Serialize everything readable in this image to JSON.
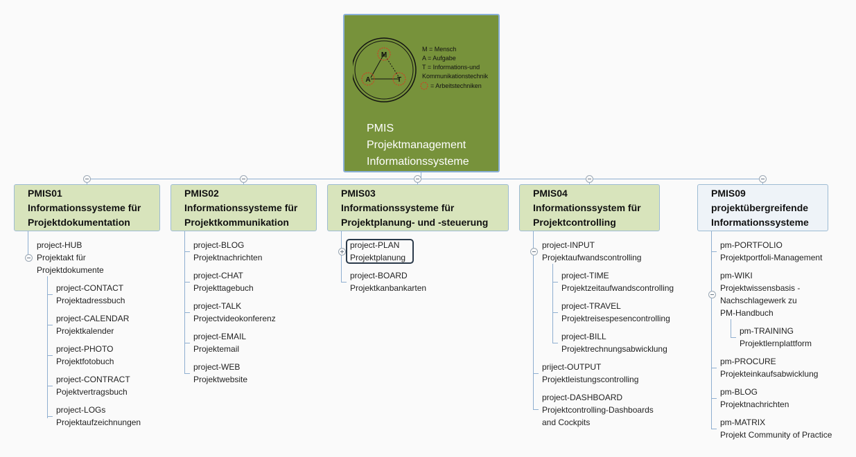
{
  "root": {
    "title_lines": [
      "PMIS",
      "Projektmanagement",
      "Informationssysteme"
    ],
    "logo": {
      "node_m": "M",
      "node_a": "A",
      "node_t": "T",
      "legend": [
        "M = Mensch",
        "A = Aufgabe",
        "T = Informations-und",
        "Kommunikationstechnik",
        "= Arbeitstechniken"
      ]
    }
  },
  "branches": [
    {
      "lines": [
        "PMIS01",
        "Informationssysteme für",
        "Projektdokumentation"
      ],
      "items": [
        {
          "lines": [
            "project-HUB",
            "Projektakt für",
            "Projektdokumente"
          ]
        },
        {
          "lines": [
            "project-CONTACT",
            "Projektadressbuch"
          ]
        },
        {
          "lines": [
            "project-CALENDAR",
            "Projektkalender"
          ]
        },
        {
          "lines": [
            "project-PHOTO",
            "Projektfotobuch"
          ]
        },
        {
          "lines": [
            "project-CONTRACT",
            "Pojektvertragsbuch"
          ]
        },
        {
          "lines": [
            "project-LOGs",
            "Projektaufzeichnungen"
          ]
        }
      ]
    },
    {
      "lines": [
        "PMIS02",
        "Informationssysteme für",
        "Projektkommunikation"
      ],
      "items": [
        {
          "lines": [
            "project-BLOG",
            "Projektnachrichten"
          ]
        },
        {
          "lines": [
            "project-CHAT",
            "Projekttagebuch"
          ]
        },
        {
          "lines": [
            "project-TALK",
            "Projectvideokonferenz"
          ]
        },
        {
          "lines": [
            "project-EMAIL",
            "Projektemail"
          ]
        },
        {
          "lines": [
            "project-WEB",
            "Projektwebsite"
          ]
        }
      ]
    },
    {
      "lines": [
        "PMIS03",
        "Informationssysteme für",
        "Projektplanung- und -steuerung"
      ],
      "items": [
        {
          "lines": [
            "project-PLAN",
            "Projektplanung"
          ]
        },
        {
          "lines": [
            "project-BOARD",
            "Projektkanbankarten"
          ]
        }
      ]
    },
    {
      "lines": [
        "PMIS04",
        "Informationssystem für",
        "Projektcontrolling"
      ],
      "items": [
        {
          "lines": [
            "project-INPUT",
            "Projektaufwandscontrolling"
          ]
        },
        {
          "lines": [
            "project-TIME",
            "Projektzeitaufwandscontrolling"
          ]
        },
        {
          "lines": [
            "project-TRAVEL",
            "Projektreisespesencontrolling"
          ]
        },
        {
          "lines": [
            "project-BILL",
            "Projektrechnungsabwicklung"
          ]
        },
        {
          "lines": [
            "priject-OUTPUT",
            "Projektleistungscontrolling"
          ]
        },
        {
          "lines": [
            "project-DASHBOARD",
            "Projektcontrolling-Dashboards",
            "and Cockpits"
          ]
        }
      ]
    },
    {
      "lines": [
        "PMIS09",
        "projektübergreifende",
        "Informationssysteme"
      ],
      "items": [
        {
          "lines": [
            "pm-PORTFOLIO",
            "Projektportfoli-Management"
          ]
        },
        {
          "lines": [
            "pm-WIKI",
            "Projektwissensbasis -",
            "Nachschlagewerk zu",
            "PM-Handbuch"
          ]
        },
        {
          "lines": [
            "pm-TRAINING",
            "Projektlernplattform"
          ]
        },
        {
          "lines": [
            "pm-PROCURE",
            "Projekteinkaufsabwicklung"
          ]
        },
        {
          "lines": [
            "pm-BLOG",
            "Projektnachrichten"
          ]
        },
        {
          "lines": [
            "pm-MATRIX",
            "Projekt Community of Practice"
          ]
        }
      ]
    }
  ],
  "colors": {
    "root_fill": "#77923b",
    "branch_fill": "#d8e4bc",
    "branch_fill_alt": "#eef3f8",
    "connector": "#8eaed0",
    "selection": "#2b3a4a"
  }
}
